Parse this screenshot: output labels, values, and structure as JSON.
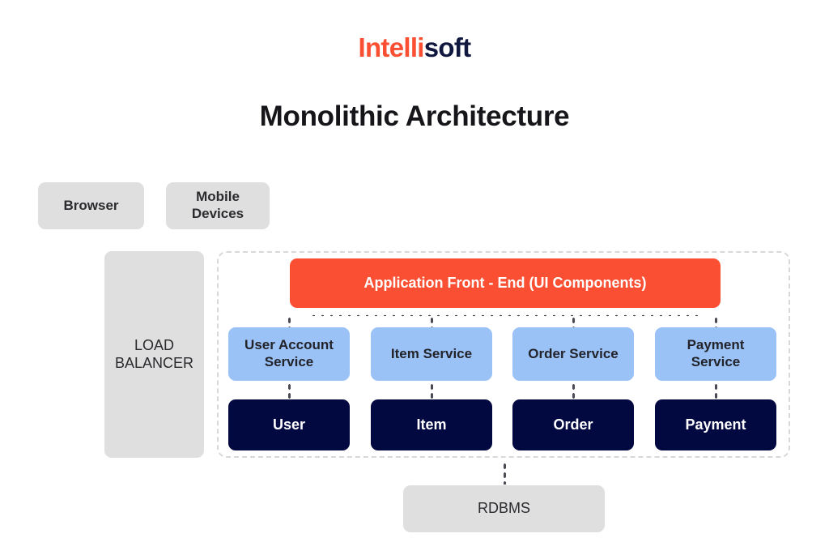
{
  "brand": {
    "logo_part_a": "Intelli",
    "logo_part_b": "soft",
    "accent_color": "#FA4F32",
    "dark_color": "#101840"
  },
  "page": {
    "title": "Monolithic Architecture"
  },
  "clients": [
    {
      "label": "Browser"
    },
    {
      "label": "Mobile\nDevices"
    }
  ],
  "load_balancer": {
    "label": "LOAD\nBALANCER"
  },
  "frontend": {
    "label": "Application Front - End (UI Components)",
    "color": "#FA4F32"
  },
  "services": [
    {
      "label": "User Account Service"
    },
    {
      "label": "Item Service"
    },
    {
      "label": "Order Service"
    },
    {
      "label": "Payment Service"
    }
  ],
  "data_entities": [
    {
      "label": "User"
    },
    {
      "label": "Item"
    },
    {
      "label": "Order"
    },
    {
      "label": "Payment"
    }
  ],
  "database": {
    "label": "RDBMS"
  },
  "colors": {
    "gray_box": "#DFDFDF",
    "service_blue": "#9AC2F7",
    "entity_navy": "#020840",
    "dashed_border": "#D8D8D8",
    "connector_dot": "#4A4A55"
  }
}
